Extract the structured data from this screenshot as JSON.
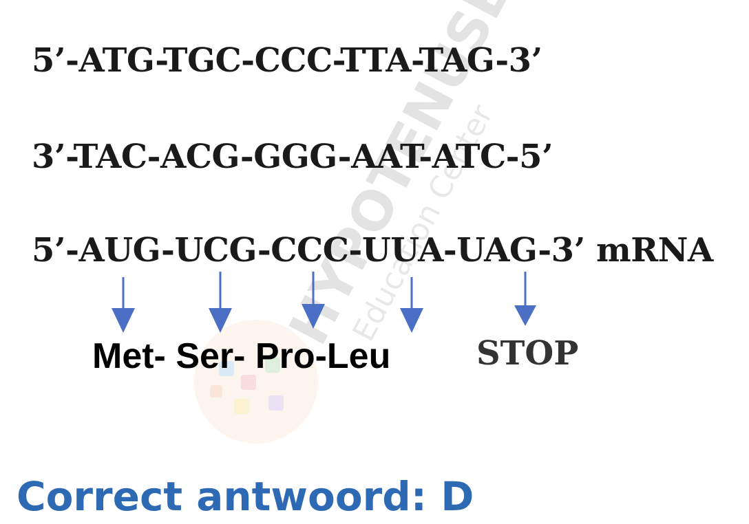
{
  "dna_top_strand": "5’-ATG-TGC-CCC-TTA-TAG-3’",
  "dna_bottom_strand": "3’-TAC-ACG-GGG-AAT-ATC-5’",
  "mrna_strand": "5’-AUG-UCG-CCC-UUA-UAG-3’ mRNA",
  "amino_acids": "Met- Ser- Pro-Leu",
  "stop_label": "STOP",
  "answer": "Correct antwoord: D",
  "watermark": {
    "name": "HYPOTENUSE",
    "subtitle": "Education Center"
  },
  "colors": {
    "arrow": "#4a6fc4",
    "answer": "#2e6ab3",
    "text": "#1a1a1a"
  }
}
